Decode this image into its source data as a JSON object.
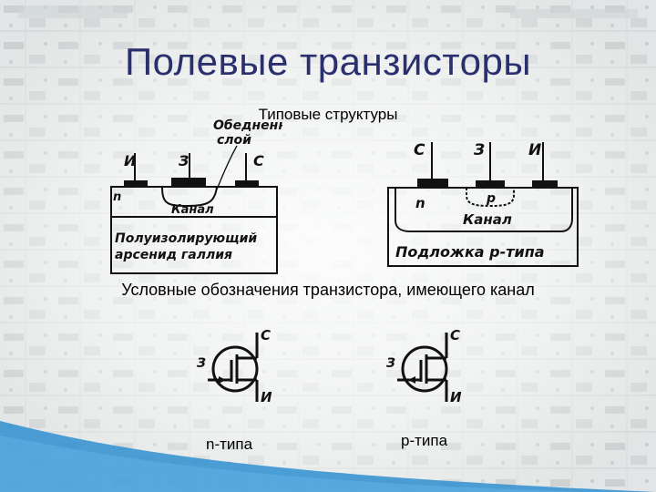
{
  "slide": {
    "title": "Полевые транзисторы",
    "subtitle": "Типовые структуры",
    "caption": "Условные обозначения транзистора, имеющего канал"
  },
  "structure_left": {
    "source_label": "И",
    "gate_label": "З",
    "drain_label": "С",
    "n_region": "n",
    "channel": "Канал",
    "depletion_line1": "Обедненный",
    "depletion_line2": "слой",
    "substrate_line1": "Полуизолирующий",
    "substrate_line2": "арсенид галлия"
  },
  "structure_right": {
    "drain_label": "С",
    "gate_label": "З",
    "source_label": "И",
    "n_region": "n",
    "p_region": "p",
    "channel": "Канал",
    "substrate": "Подложка р-типа"
  },
  "symbols": {
    "n_type": {
      "gate": "З",
      "drain": "С",
      "source": "И",
      "label": "n-типа"
    },
    "p_type": {
      "gate": "З",
      "drain": "С",
      "source": "И",
      "label": "р-типа"
    }
  },
  "colors": {
    "title": "#2a2f6e",
    "accent": "#2f8fd0",
    "background_tone": "#d9dcdc"
  }
}
